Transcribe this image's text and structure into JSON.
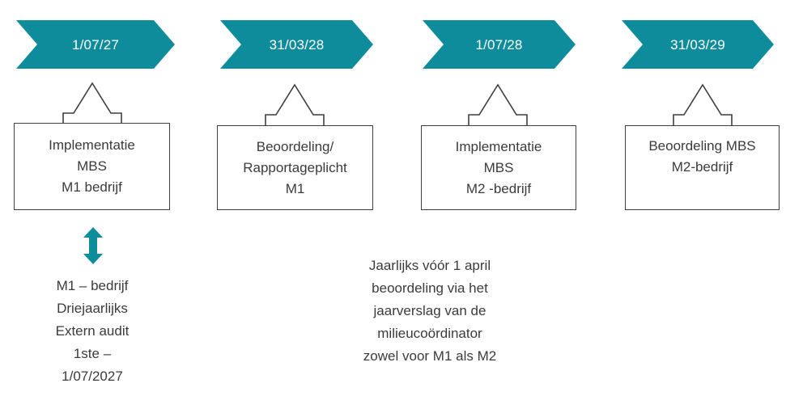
{
  "diagram": {
    "type": "timeline",
    "accent_color": "#0E8C9C",
    "outline_color": "#3f3f3f",
    "text_color": "#3b3b3b",
    "milestones": [
      {
        "date": "1/07/27",
        "box_lines": [
          "Implementatie",
          "MBS",
          "M1 bedrijf"
        ]
      },
      {
        "date": "31/03/28",
        "box_lines": [
          "Beoordeling/",
          "Rapportageplicht",
          "M1"
        ]
      },
      {
        "date": "1/07/28",
        "box_lines": [
          "Implementatie",
          "MBS",
          "M2 -bedrijf"
        ]
      },
      {
        "date": "31/03/29",
        "box_lines": [
          "Beoordeling MBS",
          "M2-bedrijf"
        ]
      }
    ],
    "notes": [
      {
        "id": "audit-note",
        "lines": [
          "M1 – bedrijf",
          "Driejaarlijks",
          "Extern audit",
          "1ste –",
          "1/07/2027"
        ]
      },
      {
        "id": "yearly-note",
        "lines": [
          "Jaarlijks vóór 1 april",
          "beoordeling via het",
          "jaarverslag van de",
          "milieucoördinator",
          "zowel voor M1 als M2"
        ]
      }
    ]
  }
}
